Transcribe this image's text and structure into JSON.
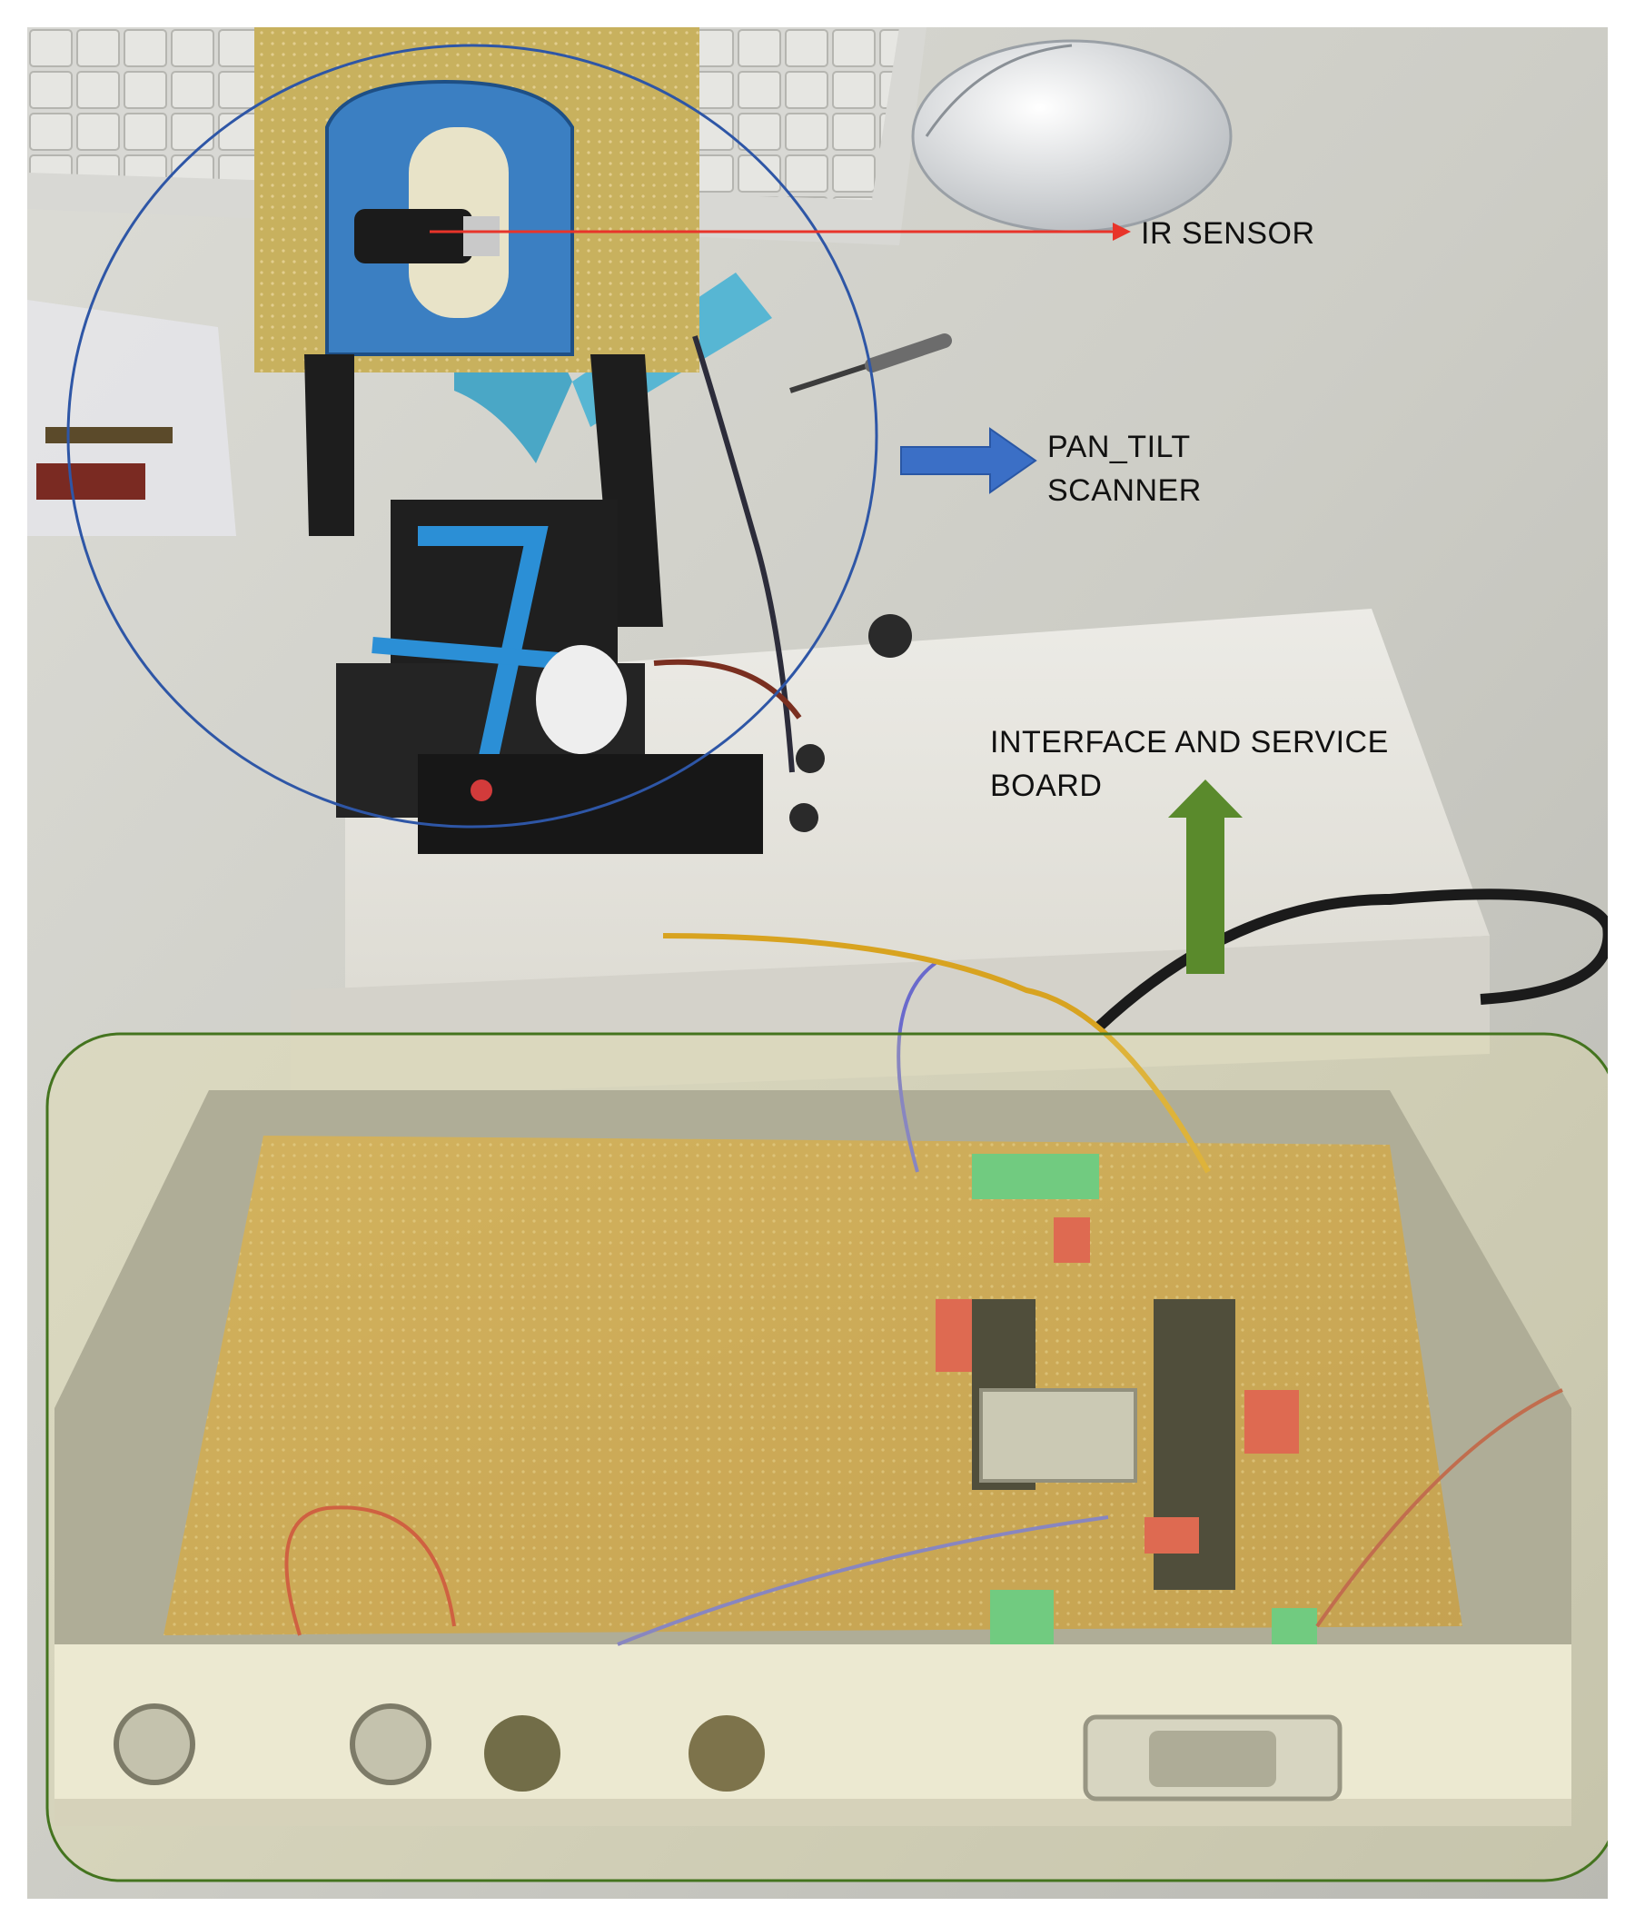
{
  "annotations": {
    "ir_sensor": "IR SENSOR",
    "pan_tilt_line1": "PAN_TILT",
    "pan_tilt_line2": "SCANNER",
    "interface_line1": "INTERFACE AND SERVICE",
    "interface_line2": "BOARD"
  },
  "colors": {
    "ir_arrow": "#e8342a",
    "pan_tilt_circle": "#2e56a6",
    "pan_tilt_arrow": "#3b6fc6",
    "interface_box": "#44741f",
    "interface_arrow": "#5a8a2c"
  }
}
